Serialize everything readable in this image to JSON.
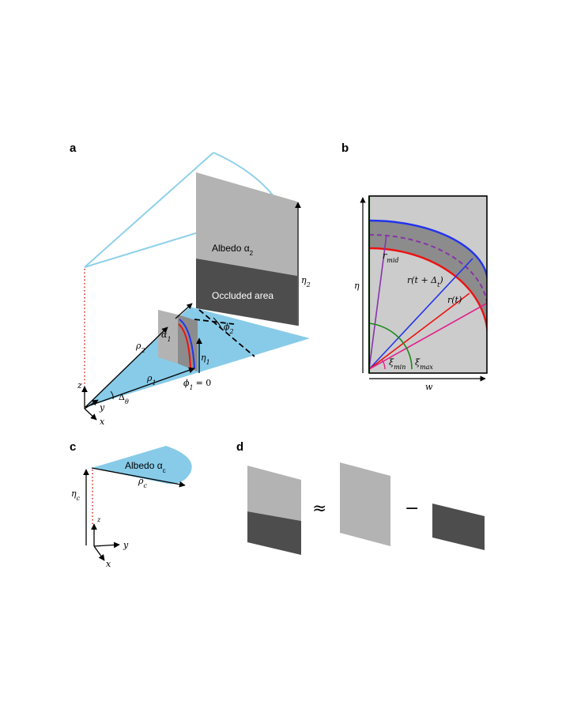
{
  "panels": {
    "a": {
      "letter": "a",
      "albedo_label": "Albedo α",
      "albedo_sub": "2",
      "occluded_label": "Occluded area",
      "alpha1": "α",
      "alpha1_sub": "1",
      "eta2": "η",
      "eta2_sub": "2",
      "eta1": "η",
      "eta1_sub": "1",
      "phi2": "ϕ",
      "phi2_sub": "2",
      "phi1": "ϕ",
      "phi1_sub": "1",
      "phi1_eq": "= 0",
      "rho2": "ρ",
      "rho2_sub": "2",
      "rho1": "ρ",
      "rho1_sub": "1",
      "delta": "Δ",
      "delta_sub": "θ",
      "axis_z": "z",
      "axis_y": "y",
      "axis_x": "x"
    },
    "b": {
      "letter": "b",
      "eta": "η",
      "w": "w",
      "r_mid": "r",
      "r_mid_sub": "mid",
      "r_t_delta": "r(t + Δ",
      "r_t_delta_sub": "t",
      "r_t_delta_close": ")",
      "r_t": "r(t)",
      "xi_min": "ξ",
      "xi_min_sub": "min",
      "xi_max": "ξ",
      "xi_max_sub": "max"
    },
    "c": {
      "letter": "c",
      "albedo_label": "Albedo α",
      "albedo_sub": "c",
      "rho_c": "ρ",
      "rho_c_sub": "c",
      "eta_c": "η",
      "eta_c_sub": "c",
      "axis_z": "z",
      "axis_y": "y",
      "axis_x": "x"
    },
    "d": {
      "letter": "d",
      "approx": "≈",
      "minus": "−"
    }
  },
  "colors": {
    "light_blue": "#87cbe8",
    "cone_outline": "#8fd0ea",
    "gray_light": "#b3b3b3",
    "gray_dark": "#4d4d4d",
    "gray_bg": "#cccccc",
    "red": "#ee1111",
    "blue": "#2233ee",
    "purple": "#8833aa",
    "magenta": "#e0208a",
    "green": "#1a8a1a",
    "red_dots": "#dd3322"
  }
}
